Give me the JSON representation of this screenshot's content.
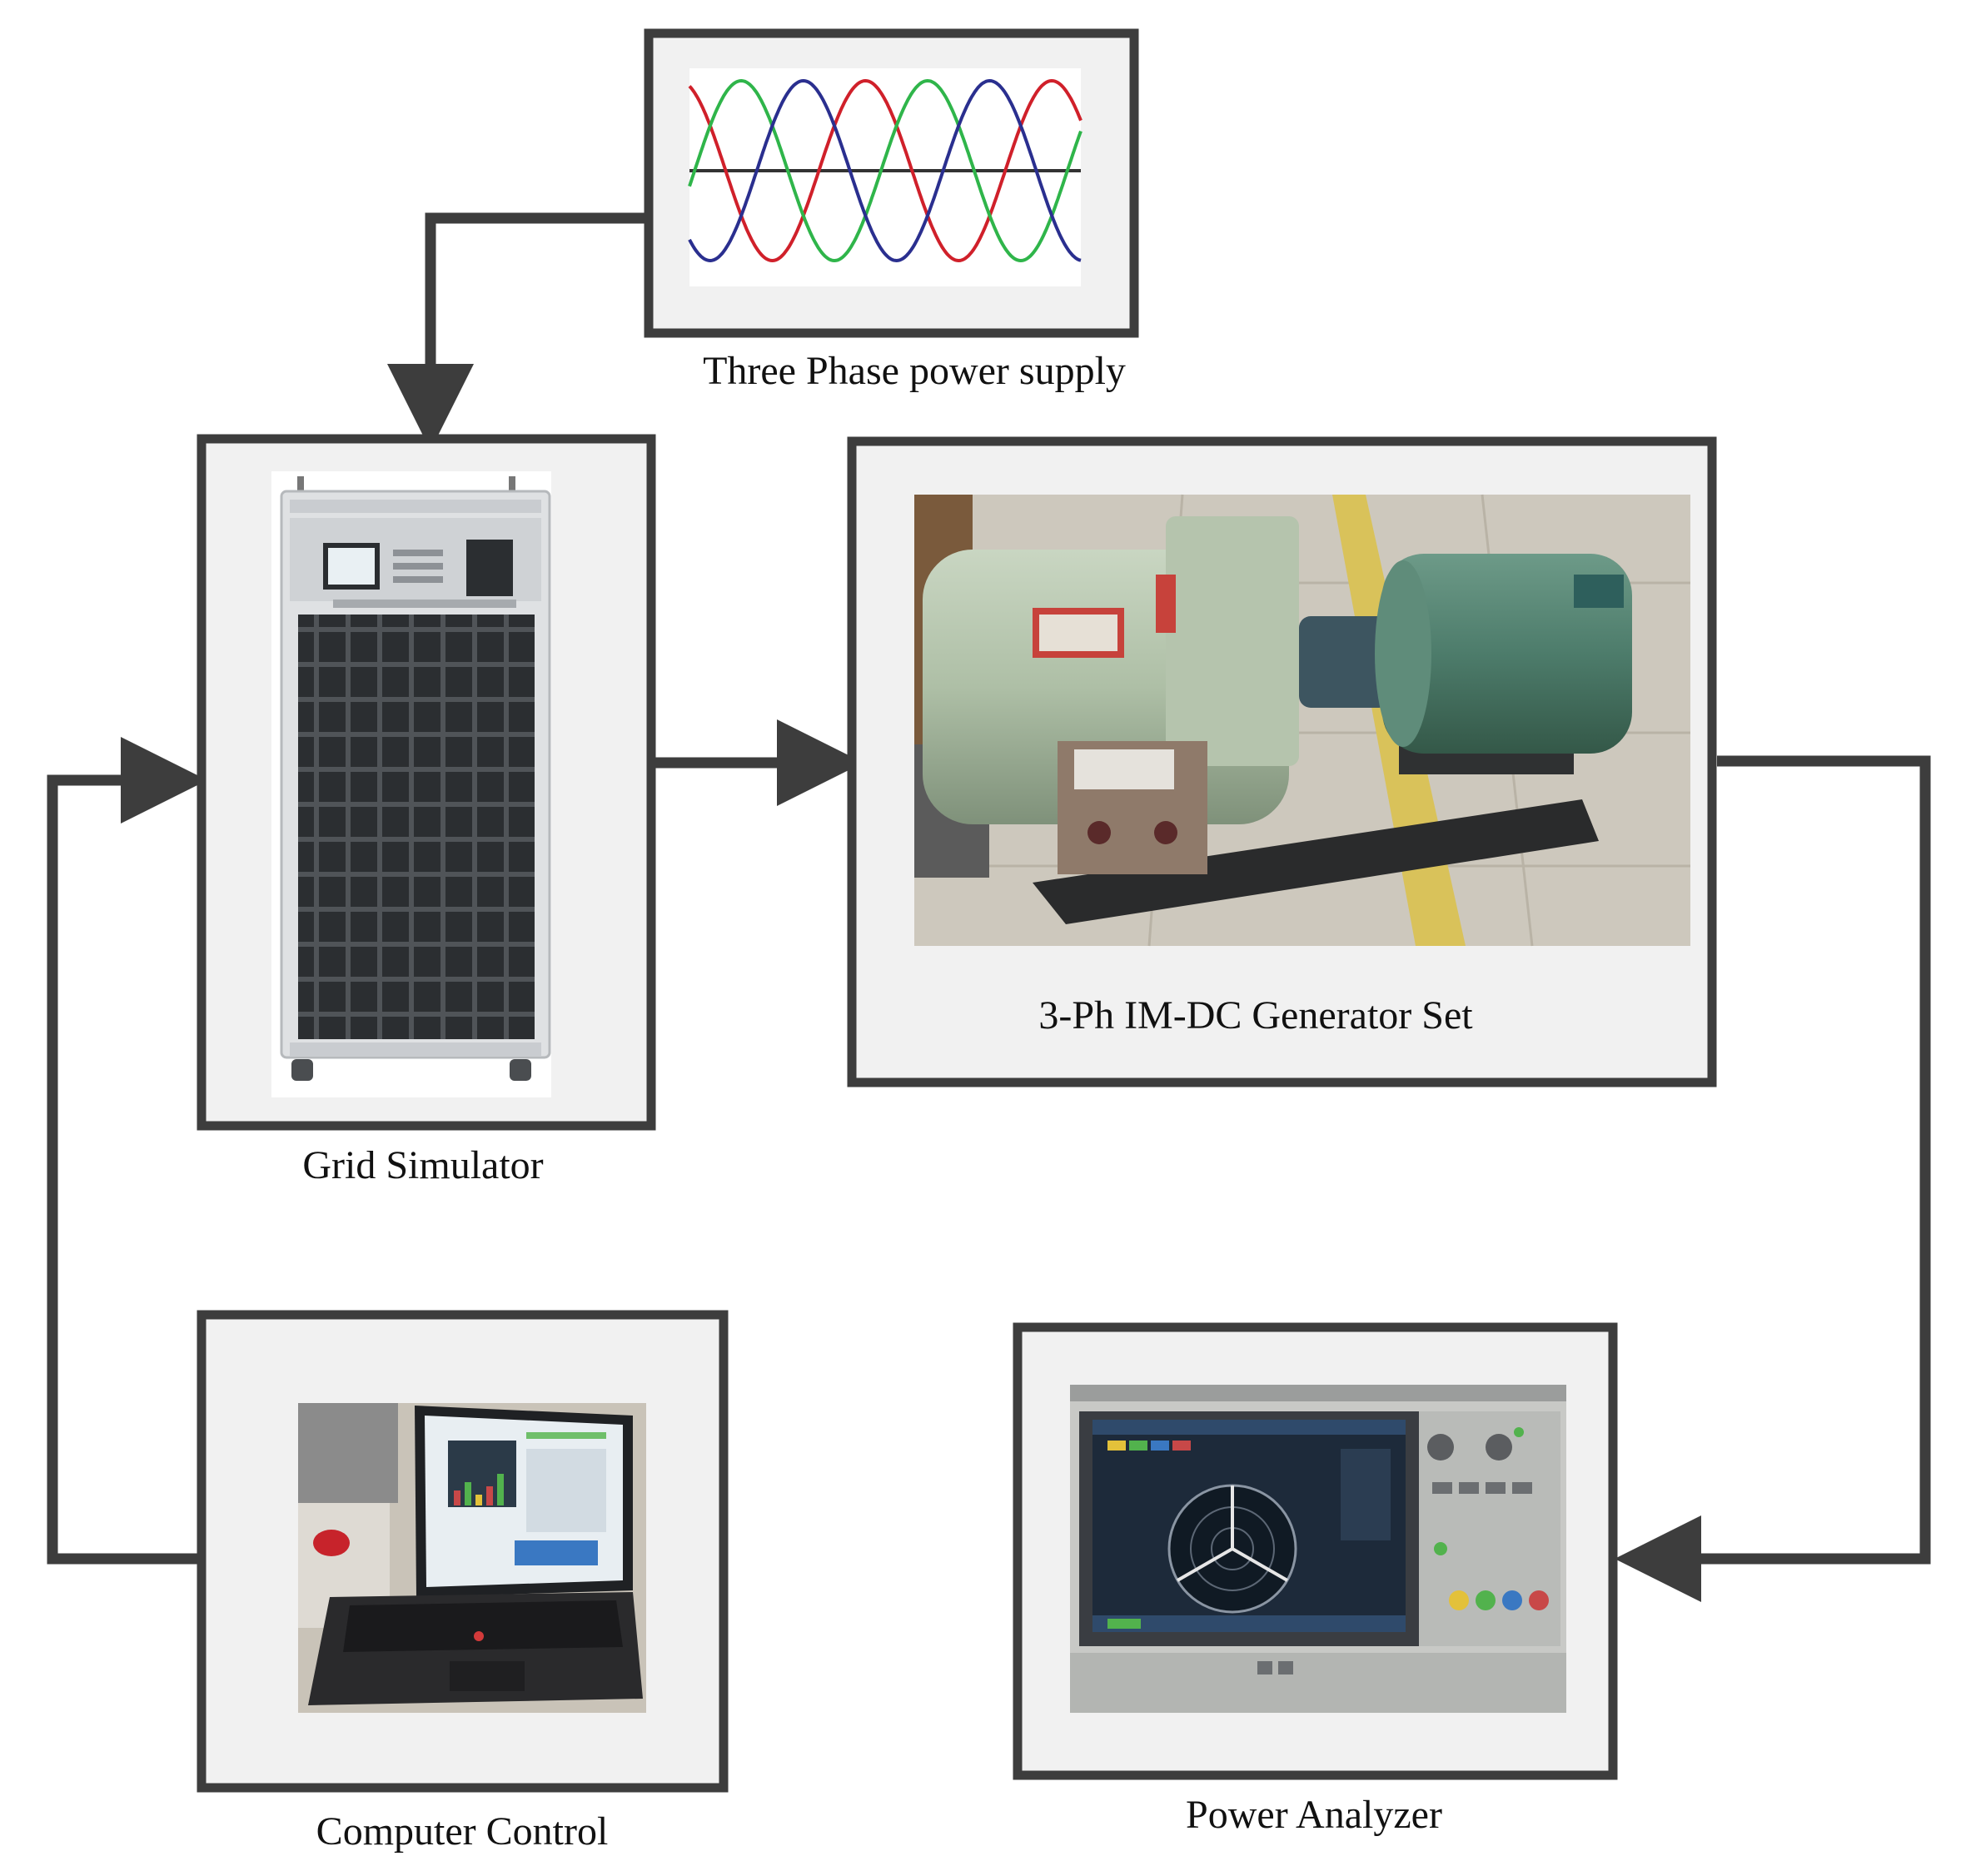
{
  "labels": {
    "supply": "Three Phase power supply",
    "grid": "Grid Simulator",
    "generator": "3-Ph IM-DC Generator Set",
    "computer": "Computer Control",
    "analyzer": "Power Analyzer"
  },
  "phase_colors": {
    "a": "#d0202a",
    "b": "#2fb54a",
    "c": "#2a2f8f"
  },
  "frame_color": "#3d3d3d",
  "panel_color": "#f1f1f1"
}
